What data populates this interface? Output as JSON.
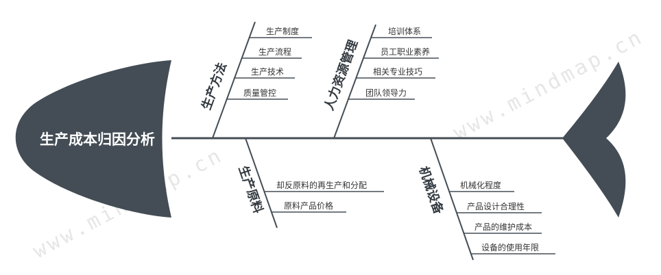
{
  "title": "生产成本归因分析",
  "watermark": "www.mindmap.cn",
  "colors": {
    "fish": "#444d55",
    "line": "#444d55",
    "text": "#333333"
  },
  "branches": [
    {
      "label": "生产方法",
      "items": [
        "生产制度",
        "生产流程",
        "生产技术",
        "质量管控"
      ]
    },
    {
      "label": "人力资源管理",
      "items": [
        "培训体系",
        "员工职业素养",
        "相关专业技巧",
        "团队领导力"
      ]
    },
    {
      "label": "生产原料",
      "items": [
        "却反原料的再生产和分配",
        "原料产品价格"
      ]
    },
    {
      "label": "机械设备",
      "items": [
        "机械化程度",
        "产品设计合理性",
        "产品的维护成本",
        "设备的使用年限"
      ]
    }
  ]
}
